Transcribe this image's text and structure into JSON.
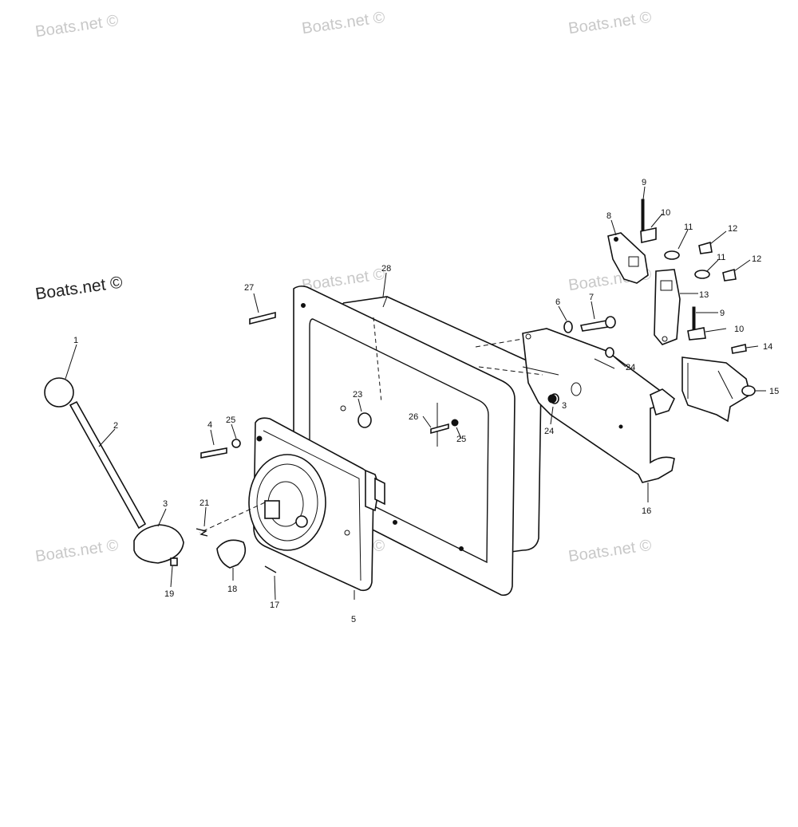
{
  "watermarks": [
    "Boats.net ©",
    "Boats.net ©",
    "Boats.net ©",
    "Boats.net ©",
    "Boats.net ©",
    "Boats.net ©",
    "Boats.net ©",
    "Boats.net ©",
    "Boats.net ©"
  ],
  "callouts": {
    "c1": "1",
    "c2": "2",
    "c3a": "3",
    "c3b": "3",
    "c4": "4",
    "c5": "5",
    "c6": "6",
    "c7": "7",
    "c8": "8",
    "c9a": "9",
    "c9b": "9",
    "c10a": "10",
    "c10b": "10",
    "c11a": "11",
    "c11b": "11",
    "c12a": "12",
    "c12b": "12",
    "c13": "13",
    "c14": "14",
    "c15": "15",
    "c16": "16",
    "c17": "17",
    "c18": "18",
    "c19": "19",
    "c21": "21",
    "c23": "23",
    "c24a": "24",
    "c24b": "24",
    "c25a": "25",
    "c25b": "25",
    "c26": "26",
    "c27": "27",
    "c28": "28"
  }
}
